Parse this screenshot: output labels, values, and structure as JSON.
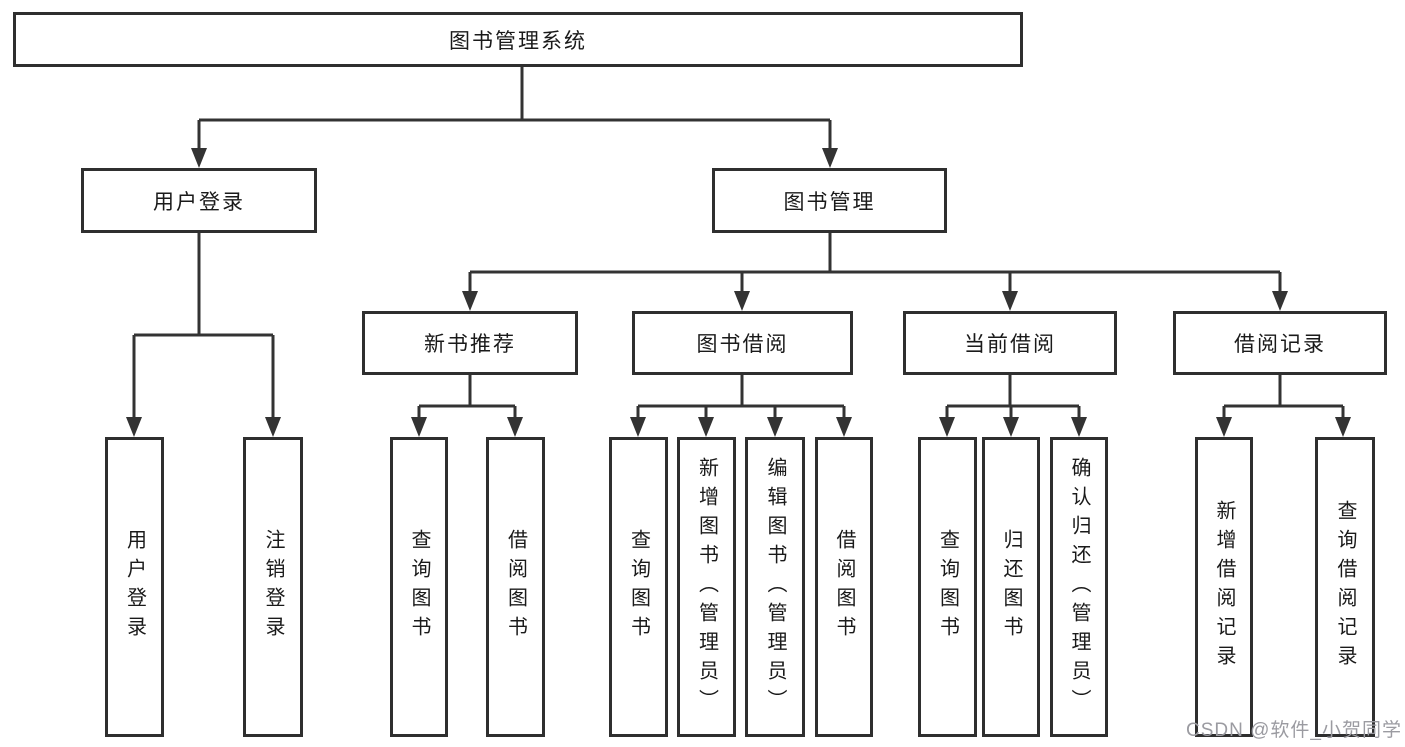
{
  "diagram_type": "hierarchy-tree",
  "hierarchy": {
    "label": "图书管理系统",
    "children": [
      {
        "label": "用户登录",
        "children": [
          {
            "label": "用户登录"
          },
          {
            "label": "注销登录"
          }
        ]
      },
      {
        "label": "图书管理",
        "children": [
          {
            "label": "新书推荐",
            "children": [
              {
                "label": "查询图书"
              },
              {
                "label": "借阅图书"
              }
            ]
          },
          {
            "label": "图书借阅",
            "children": [
              {
                "label": "查询图书"
              },
              {
                "label": "新增图书（管理员）"
              },
              {
                "label": "编辑图书（管理员）"
              },
              {
                "label": "借阅图书"
              }
            ]
          },
          {
            "label": "当前借阅",
            "children": [
              {
                "label": "查询图书"
              },
              {
                "label": "归还图书"
              },
              {
                "label": "确认归还（管理员）"
              }
            ]
          },
          {
            "label": "借阅记录",
            "children": [
              {
                "label": "新增借阅记录"
              },
              {
                "label": "查询借阅记录"
              }
            ]
          }
        ]
      }
    ]
  },
  "watermark": {
    "text": "CSDN @软件_小贺同学"
  },
  "colors": {
    "line": "#333333",
    "box_border": "#2f2f2f",
    "text": "#1a1a1a",
    "watermark": "#9b9ba1",
    "background": "#ffffff"
  }
}
